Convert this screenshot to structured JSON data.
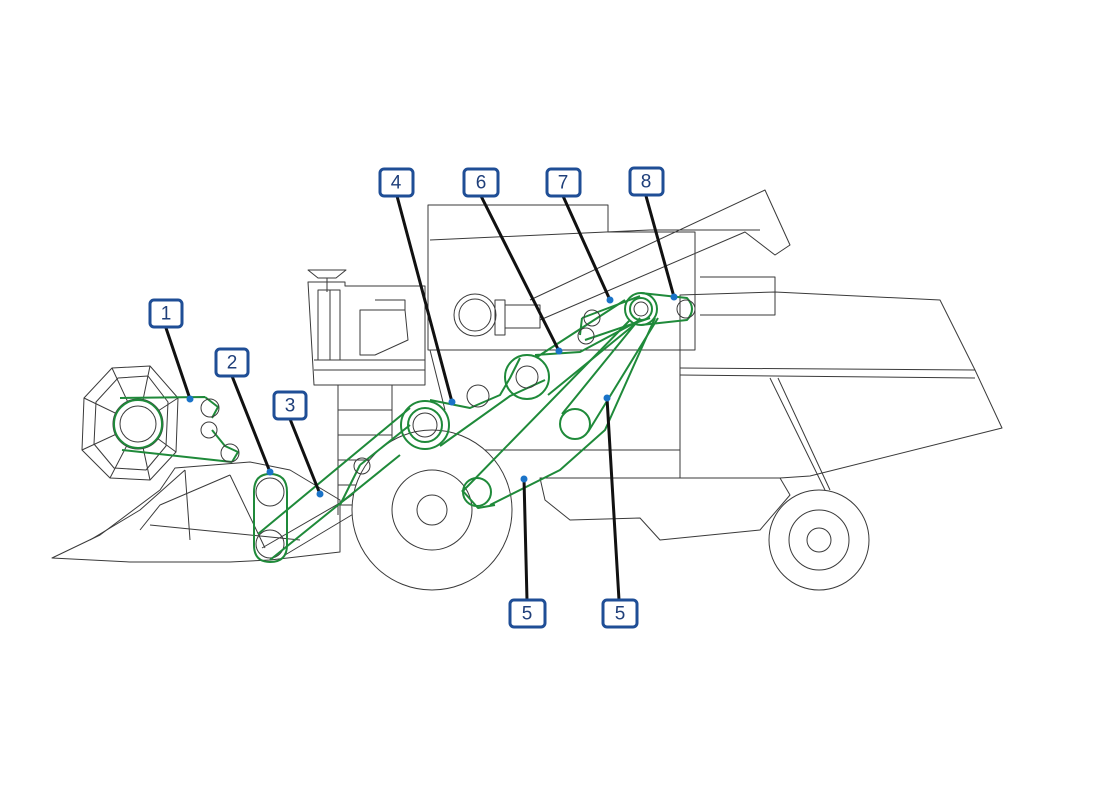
{
  "colors": {
    "outline": "#3a3a3a",
    "belt": "#1f8a3a",
    "leader": "#111111",
    "anchor": "#1a73c8",
    "callout_border": "#1f4e96",
    "callout_text": "#1f3f7a"
  },
  "callouts": [
    {
      "id": "c1",
      "label": "1"
    },
    {
      "id": "c2",
      "label": "2"
    },
    {
      "id": "c3",
      "label": "3"
    },
    {
      "id": "c4",
      "label": "4"
    },
    {
      "id": "c5a",
      "label": "5"
    },
    {
      "id": "c5b",
      "label": "5"
    },
    {
      "id": "c6",
      "label": "6"
    },
    {
      "id": "c7",
      "label": "7"
    },
    {
      "id": "c8",
      "label": "8"
    }
  ]
}
